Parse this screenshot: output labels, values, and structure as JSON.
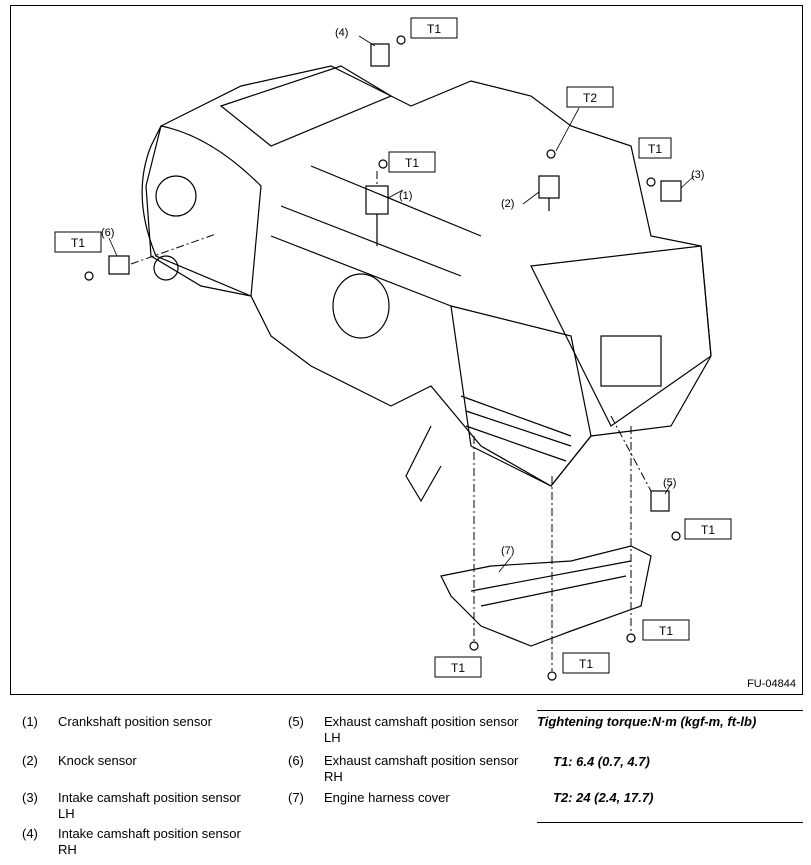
{
  "figure_code": "FU-04844",
  "callouts": {
    "c1": "(1)",
    "c2": "(2)",
    "c3": "(3)",
    "c4": "(4)",
    "c5": "(5)",
    "c6": "(6)",
    "c7": "(7)"
  },
  "torque_boxes": {
    "t1": "T1",
    "t2": "T2"
  },
  "legend": [
    {
      "num": "(1)",
      "text": "Crankshaft position sensor"
    },
    {
      "num": "(2)",
      "text": "Knock sensor"
    },
    {
      "num": "(3)",
      "text": "Intake camshaft position sensor LH"
    },
    {
      "num": "(4)",
      "text": "Intake camshaft position sensor RH"
    },
    {
      "num": "(5)",
      "text": "Exhaust camshaft position sensor LH"
    },
    {
      "num": "(6)",
      "text": "Exhaust camshaft position sensor RH"
    },
    {
      "num": "(7)",
      "text": "Engine harness cover"
    }
  ],
  "torque": {
    "header": "Tightening torque:N·m (kgf-m, ft-lb)",
    "t1": "T1:   6.4 (0.7, 4.7)",
    "t2": "T2:   24 (2.4, 17.7)"
  }
}
